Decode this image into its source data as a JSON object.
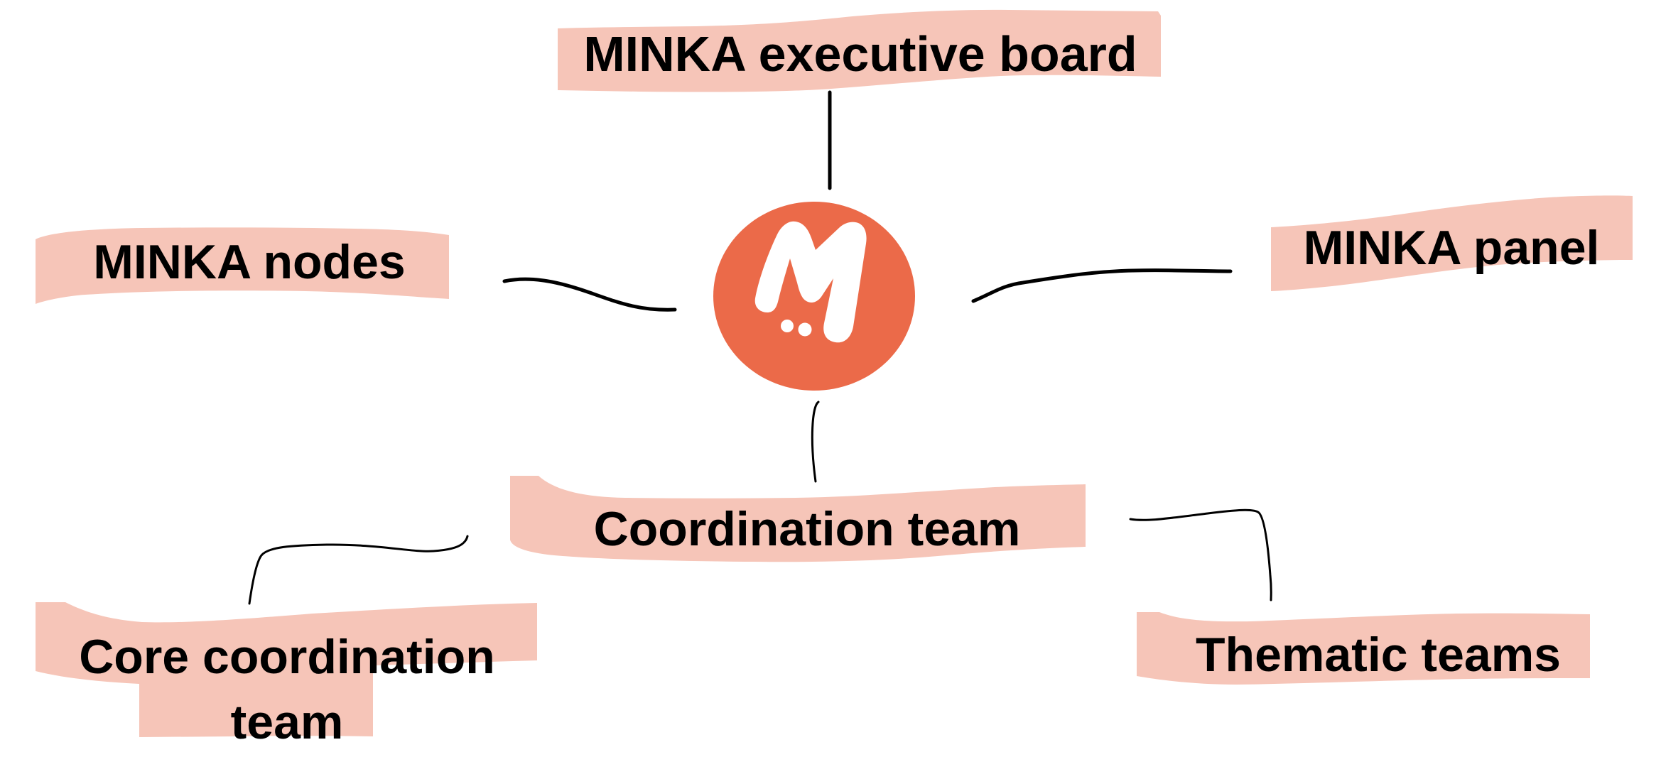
{
  "diagram": {
    "title": "MINKA organisational structure",
    "colors": {
      "label_band": "#f6c5b8",
      "logo_circle": "#eb6a49",
      "logo_glyph": "#ffffff",
      "connector": "#000000",
      "text": "#000000",
      "background": "#ffffff"
    },
    "center": {
      "logo": "minka-logo-icon",
      "letter": "M"
    },
    "nodes": {
      "executive_board": {
        "label": "MINKA executive board"
      },
      "nodes": {
        "label": "MINKA nodes"
      },
      "panel": {
        "label": "MINKA panel"
      },
      "coordination_team": {
        "label": "Coordination team"
      },
      "core_coordination_team": {
        "label_line1": "Core coordination",
        "label_line2": "team"
      },
      "thematic_teams": {
        "label": "Thematic teams"
      }
    },
    "edges": [
      {
        "from": "center",
        "to": "executive_board"
      },
      {
        "from": "center",
        "to": "nodes"
      },
      {
        "from": "center",
        "to": "panel"
      },
      {
        "from": "center",
        "to": "coordination_team"
      },
      {
        "from": "coordination_team",
        "to": "core_coordination_team"
      },
      {
        "from": "coordination_team",
        "to": "thematic_teams"
      }
    ]
  }
}
